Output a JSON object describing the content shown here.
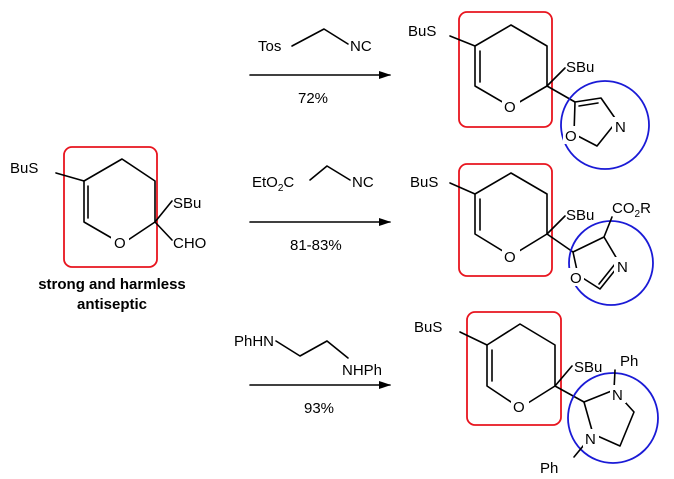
{
  "colors": {
    "box": "#e8141e",
    "circle": "#1a1ad6",
    "caption": "#1c1c96"
  },
  "start": {
    "label_bus": "BuS",
    "label_sbu": "SBu",
    "label_o": "O",
    "label_cho": "CHO",
    "caption_line1": "strong and harmless",
    "caption_line2": "antiseptic"
  },
  "reactions": [
    {
      "reagent_a": "Tos",
      "reagent_b": "NC",
      "yield": "72%",
      "product": {
        "bus": "BuS",
        "sbu": "SBu",
        "o_ring": "O",
        "o_het": "O",
        "n_het": "N"
      }
    },
    {
      "reagent_a_main": "EtO",
      "reagent_a_sub": "2",
      "reagent_a_pre": "C",
      "reagent_b": "NC",
      "yield": "81-83%",
      "product": {
        "bus": "BuS",
        "sbu": "SBu",
        "o_ring": "O",
        "o_het": "O",
        "n_het": "N",
        "ester_main": "CO",
        "ester_sub": "2",
        "ester_r": "R"
      }
    },
    {
      "reagent_a": "PhHN",
      "reagent_b": "NHPh",
      "yield": "93%",
      "product": {
        "bus": "BuS",
        "sbu": "SBu",
        "o_ring": "O",
        "n_top": "N",
        "n_bottom": "N",
        "ph_top": "Ph",
        "ph_bottom": "Ph"
      }
    }
  ]
}
